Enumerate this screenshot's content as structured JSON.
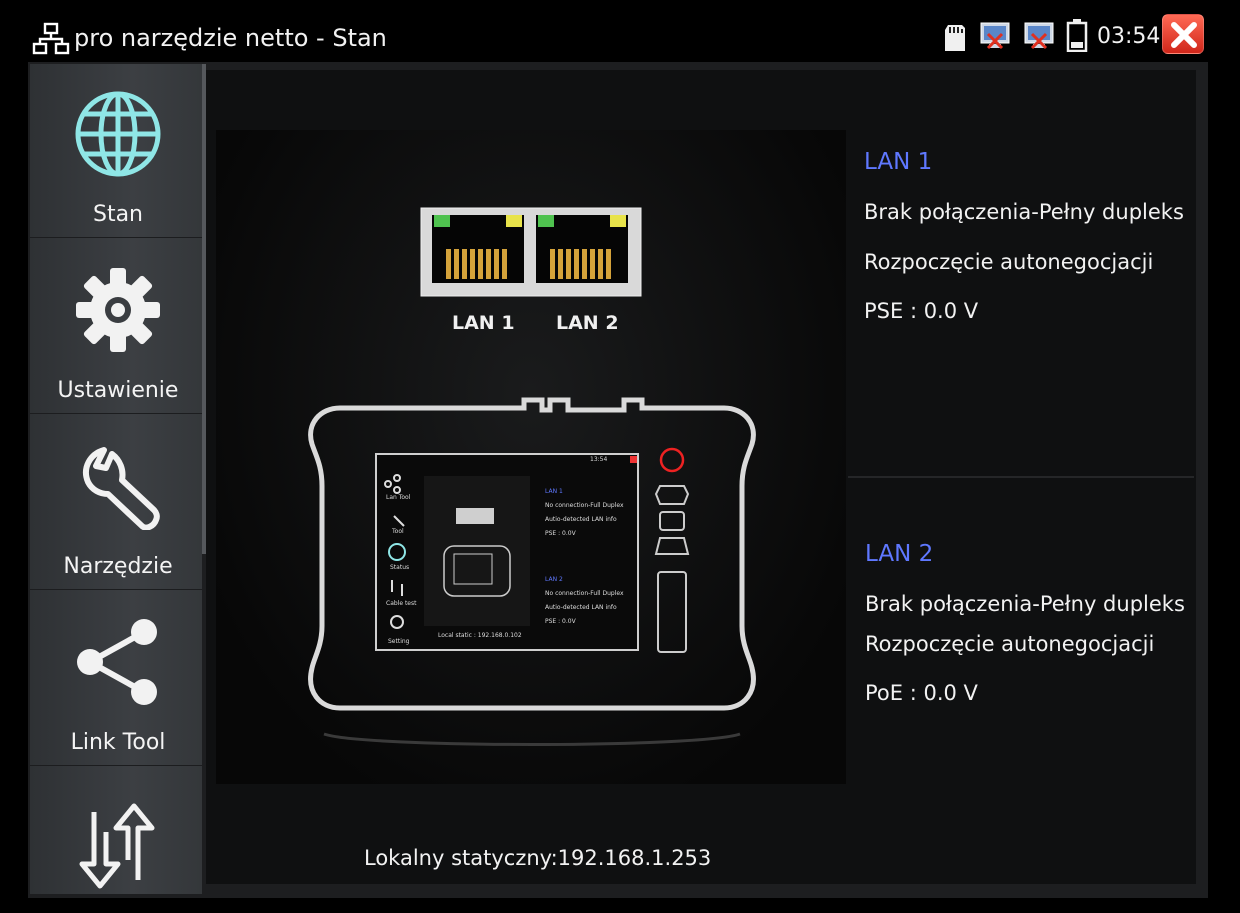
{
  "window": {
    "title": "pro narzędzie netto - Stan",
    "clock": "03:54"
  },
  "status_icons": [
    "sd-card-icon",
    "network-disconnected-icon",
    "network-disconnected-icon",
    "battery-icon",
    "close-icon"
  ],
  "sidebar": {
    "items": [
      {
        "label": "Stan",
        "icon": "globe-icon"
      },
      {
        "label": "Ustawienie",
        "icon": "gear-icon"
      },
      {
        "label": "Narzędzie",
        "icon": "wrench-icon"
      },
      {
        "label": "Link Tool",
        "icon": "share-icon"
      },
      {
        "label": "",
        "icon": "cable-test-arrows-icon"
      }
    ]
  },
  "ports": {
    "lan1_label": "LAN 1",
    "lan2_label": "LAN 2"
  },
  "lan1": {
    "title": "LAN 1",
    "connection": "Brak połączenia-Pełny dupleks",
    "negotiation": "Rozpoczęcie autonegocjacji",
    "power": "PSE : 0.0 V"
  },
  "lan2": {
    "title": "LAN 2",
    "connection": "Brak połączenia-Pełny dupleks",
    "negotiation": "Rozpoczęcie autonegocjacji",
    "power": "PoE : 0.0 V"
  },
  "local_static": "Lokalny statyczny:192.168.1.253",
  "device_preview": {
    "clock": "13:54",
    "nav": [
      "Lan Tool",
      "Tool",
      "Status",
      "Cable test",
      "Setting"
    ],
    "lan1_title": "LAN 1",
    "lan1_conn": "No connection-Full Duplex",
    "lan1_info": "Autio-detected LAN info",
    "lan1_pse": "PSE : 0.0V",
    "lan2_title": "LAN 2",
    "lan2_conn": "No connection-Full Duplex",
    "lan2_info": "Autio-detected LAN info",
    "lan2_pse": "PSE : 0.0V",
    "local": "Local static : 192.168.0.102"
  },
  "colors": {
    "accent_blue": "#5f78ff",
    "close_red": "#e0382a",
    "icon_cyan": "#8fe6e6",
    "port_green": "#4fc24f",
    "port_yellow": "#e8e34a"
  }
}
